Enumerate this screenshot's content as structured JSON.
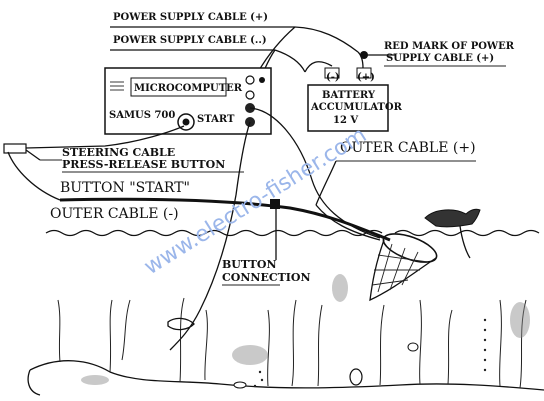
{
  "labels": {
    "power_plus": "POWER SUPPLY CABLE (+)",
    "power_minus": "POWER SUPPLY CABLE (..)",
    "red_mark_1": "RED MARK OF POWER",
    "red_mark_2": "SUPPLY CABLE (+)",
    "microcomputer": "MICROCOMPUTER",
    "samus": "SAMUS 700",
    "start": "START",
    "bat_minus": "(-)",
    "bat_plus": "(+)",
    "battery_1": "BATTERY",
    "battery_2": "ACCUMULATOR",
    "battery_3": "12 V",
    "steering_1": "STEERING CABLE",
    "steering_2": "PRESS-RELEASE BUTTON",
    "outer_plus": "OUTER CABLE (+)",
    "button_start": "BUTTON \"START\"",
    "outer_minus": "OUTER CABLE  (-)",
    "button_conn_1": "BUTTON",
    "button_conn_2": "CONNECTION",
    "watermark": "www.electro-fisher.com"
  },
  "icons": [
    "menu-lines-icon",
    "plug-icon",
    "fish-icon",
    "net-icon",
    "reed-icon",
    "stone-icon"
  ]
}
